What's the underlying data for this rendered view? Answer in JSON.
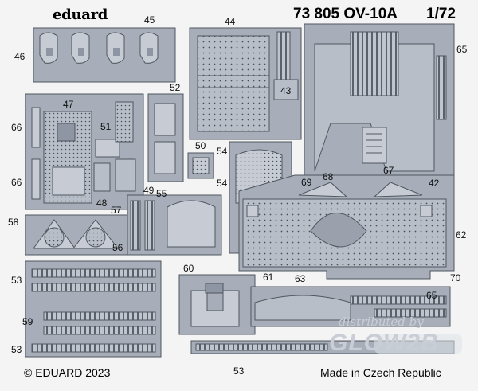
{
  "header": {
    "brand": "eduard",
    "title": "73 805 OV-10A",
    "scale": "1/72"
  },
  "footer": {
    "copyright": "© EDUARD 2023",
    "origin": "Made in Czech Republic"
  },
  "watermark": {
    "line1": "distributed by",
    "line2": "GLOW2B"
  },
  "part_numbers": {
    "p44": "44",
    "p45": "45",
    "p46": "46",
    "p65a": "65",
    "p43": "43",
    "p47": "47",
    "p52": "52",
    "p51": "51",
    "p66a": "66",
    "p66b": "66",
    "p50": "50",
    "p54a": "54",
    "p54b": "54",
    "p48": "48",
    "p49": "49",
    "p55": "55",
    "p57": "57",
    "p58": "58",
    "p69": "69",
    "p68": "68",
    "p67": "67",
    "p42": "42",
    "p62": "62",
    "p56": "56",
    "p60": "60",
    "p61": "61",
    "p63": "63",
    "p70": "70",
    "p65b": "65",
    "p53a": "53",
    "p59": "59",
    "p53b": "53",
    "p53c": "53"
  },
  "colors": {
    "fret": "#f4f4f4",
    "metal": "#a7aeba",
    "metal_dark": "#8e96a3",
    "outline": "#50565f",
    "text": "#000000"
  }
}
